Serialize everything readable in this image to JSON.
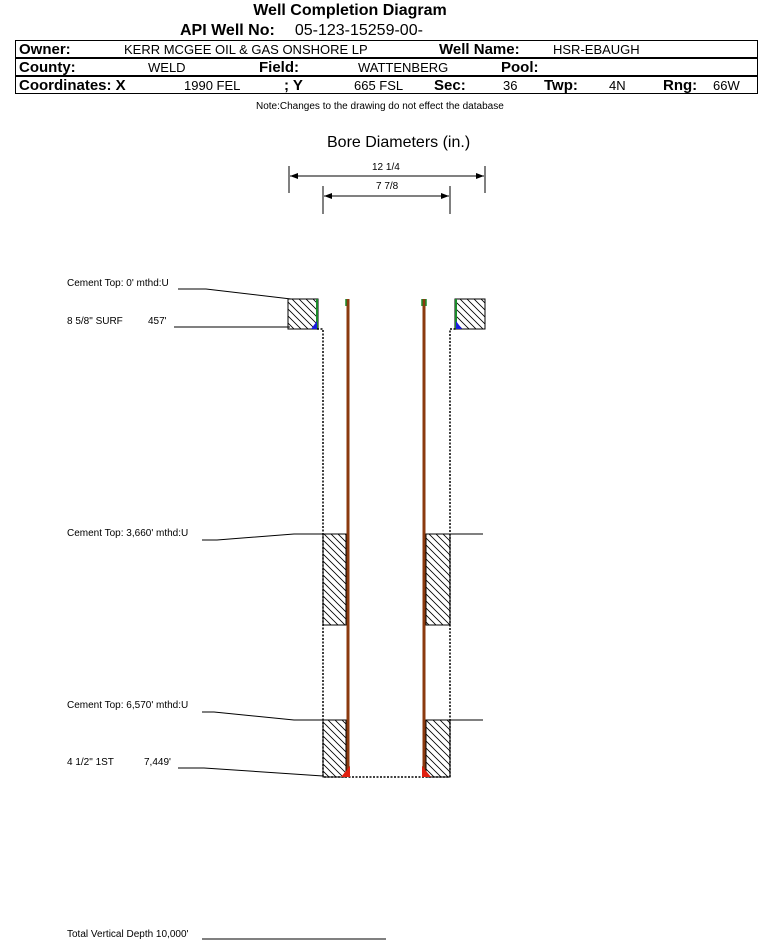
{
  "header": {
    "title": "Well Completion Diagram",
    "api_label": "API Well No:",
    "api_value": "05-123-15259-00-",
    "owner_label": "Owner:",
    "owner_value": "KERR MCGEE OIL & GAS ONSHORE LP",
    "well_name_label": "Well Name:",
    "well_name_value": "HSR-EBAUGH",
    "county_label": "County:",
    "county_value": "WELD",
    "field_label": "Field:",
    "field_value": "WATTENBERG",
    "pool_label": "Pool:",
    "pool_value": "",
    "coord_x_label": "Coordinates: X",
    "coord_x_value": "1990 FEL",
    "coord_y_label": "; Y",
    "coord_y_value": "665 FSL",
    "sec_label": "Sec:",
    "sec_value": "36",
    "twp_label": "Twp:",
    "twp_value": "4N",
    "rng_label": "Rng:",
    "rng_value": "66W"
  },
  "note": "Note:Changes to the drawing do not effect the database",
  "bore": {
    "title": "Bore Diameters (in.)",
    "diameters": [
      "12 1/4",
      "7 7/8"
    ]
  },
  "labels": {
    "cement_top_surface": "Cement Top: 0' mthd:U",
    "surface_casing": "8 5/8\" SURF",
    "surface_casing_depth": "457'",
    "cement_top_1": "Cement Top: 3,660' mthd:U",
    "cement_top_2": "Cement Top: 6,570' mthd:U",
    "production_casing": "4 1/2\" 1ST",
    "production_casing_depth": "7,449'",
    "total_depth": "Total Vertical Depth 10,000'"
  },
  "colors": {
    "casing": "#8b3a0f",
    "cement_shoe": "#e02010",
    "surface_shoe": "#1a1adf",
    "surface_inner": "#1a8a2a"
  }
}
